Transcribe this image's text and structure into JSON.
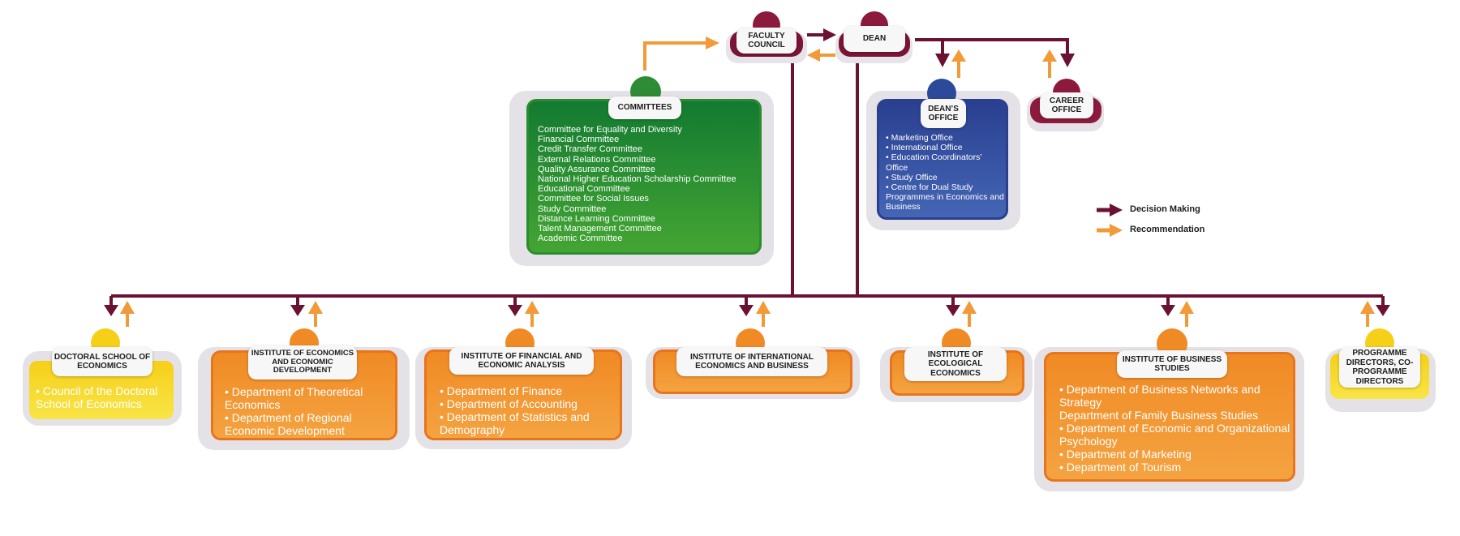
{
  "top": {
    "faculty_council": "FACULTY COUNCIL",
    "dean": "DEAN",
    "career_office": "CAREER OFFICE"
  },
  "committees": {
    "title": "COMMITTEES",
    "items": [
      "Committee for Equality and Diversity",
      "Financial Committee",
      "Credit Transfer Committee",
      "External Relations Committee",
      "Quality Assurance Committee",
      "National Higher Education Scholarship Committee",
      "Educational Committee",
      "Committee for Social Issues",
      "Study Committee",
      "Distance Learning Committee",
      "Talent Management Committee",
      "Academic Committee"
    ]
  },
  "deans_office": {
    "title": "DEAN’S OFFICE",
    "items": [
      "• Marketing Office",
      "• International Office",
      "• Education Coordinators’ Office",
      "• Study Office",
      "• Centre for Dual Study Programmes in Economics and Business"
    ]
  },
  "legend": {
    "decision": "Decision Making",
    "recommendation": "Recommendation"
  },
  "units": {
    "doctoral": {
      "title": "DOCTORAL SCHOOL OF ECONOMICS",
      "items": [
        "• Council of the Doctoral School of Economics"
      ]
    },
    "econ_dev": {
      "title": "INSTITUTE OF ECONOMICS AND ECONOMIC DEVELOPMENT",
      "items": [
        "• Department of Theoretical Economics",
        "• Department of Regional Economic Development"
      ]
    },
    "financial": {
      "title": "INSTITUTE OF FINANCIAL AND ECONOMIC ANALYSIS",
      "items": [
        "• Department of Finance",
        "• Department of Accounting",
        "• Department of Statistics and Demography"
      ]
    },
    "international": {
      "title": "INSTITUTE OF INTERNATIONAL ECONOMICS AND BUSINESS"
    },
    "ecological": {
      "title": "INSTITUTE OF ECOLOGICAL ECONOMICS"
    },
    "business": {
      "title": "INSTITUTE OF BUSINESS STUDIES",
      "items": [
        "• Department of Business Networks and Strategy",
        "Department of Family Business Studies",
        "• Department of Economic and Organizational Psychology",
        "• Department of Marketing",
        "• Department of Tourism"
      ]
    },
    "programme": {
      "title": "PROGRAMME DIRECTORS, CO-PROGRAMME DIRECTORS"
    }
  },
  "colors": {
    "maroon": "#6b1233",
    "arrow_orange": "#f29a38",
    "green": "#2e8b36",
    "blue": "#2d4a9a",
    "orange": "#f08a24",
    "yellow": "#f6d21f"
  }
}
